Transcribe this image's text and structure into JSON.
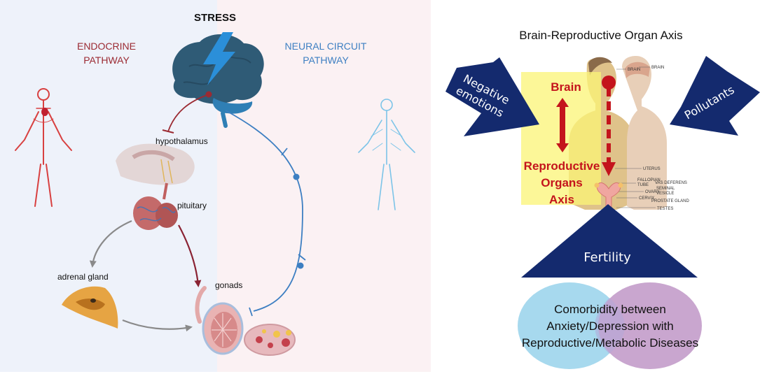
{
  "left_panel": {
    "stress_title": "STRESS",
    "endocrine": {
      "line1": "ENDOCRINE",
      "line2": "PATHWAY"
    },
    "neural": {
      "line1": "NEURAL CIRCUIT",
      "line2": "PATHWAY"
    },
    "labels": {
      "hypothalamus": "hypothalamus",
      "pituitary": "pituitary",
      "adrenal": "adrenal gland",
      "gonads": "gonads"
    },
    "colors": {
      "endocrine_bg": "#eef2fa",
      "neural_bg": "#fbf1f3",
      "endocrine": "#9b2a32",
      "neural": "#3d7fc2",
      "brain": "#2f5b76",
      "lightning": "#2b8fd9"
    }
  },
  "right_panel": {
    "title": "Brain-Reproductive Organ Axis",
    "negative_emotions": {
      "line1": "Negative",
      "line2": "emotions"
    },
    "pollutants": "Pollutants",
    "brain": "Brain",
    "axis_label": {
      "line1": "Reproductive",
      "line2": "Organs",
      "line3": "Axis"
    },
    "fertility": "Fertility",
    "comorbidity": {
      "line1": "Comorbidity between",
      "line2": "Anxiety/Depression with",
      "line3": "Reproductive/Metabolic Diseases"
    },
    "anatomy_labels": {
      "brain_1": "BRAIN",
      "brain_2": "BRAIN",
      "uterus": "UTERUS",
      "fallopian_1": "FALLOPIAN",
      "fallopian_2": "TUBE",
      "vas_deferens": "VAS DEFERENS",
      "ovary": "OVARY",
      "seminal_1": "SEMINAL",
      "seminal_2": "VESICLE",
      "cervix": "CERVIX",
      "prostate": "PROSTATE GLAND",
      "testes": "TESTES"
    },
    "colors": {
      "arrow_navy": "#142a6e",
      "highlight_yellow": "#fbf475",
      "label_red": "#c4141c",
      "circle_blue": "#a7d9ee",
      "circle_purple": "#c9a6cf"
    }
  }
}
